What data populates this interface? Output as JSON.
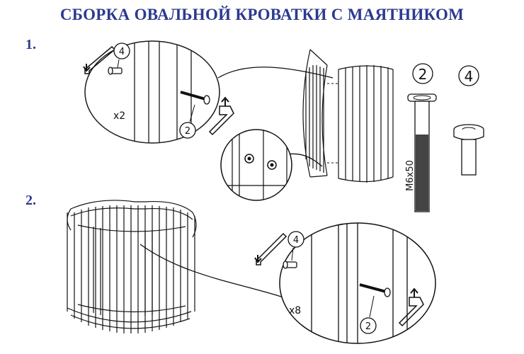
{
  "title": "СБОРКА ОВАЛЬНОЙ КРОВАТКИ С МАЯТНИКОМ",
  "steps": [
    "1.",
    "2."
  ],
  "callouts": {
    "bolt_number": "2",
    "sleeve_number": "4",
    "step1_multiplier": "x2",
    "step2_multiplier": "x8"
  },
  "parts_legend": {
    "bolt_number": "2",
    "sleeve_number": "4",
    "bolt_size": "M6x50"
  },
  "colors": {
    "title": "#2c3a8e",
    "line": "#1a1a1a"
  }
}
